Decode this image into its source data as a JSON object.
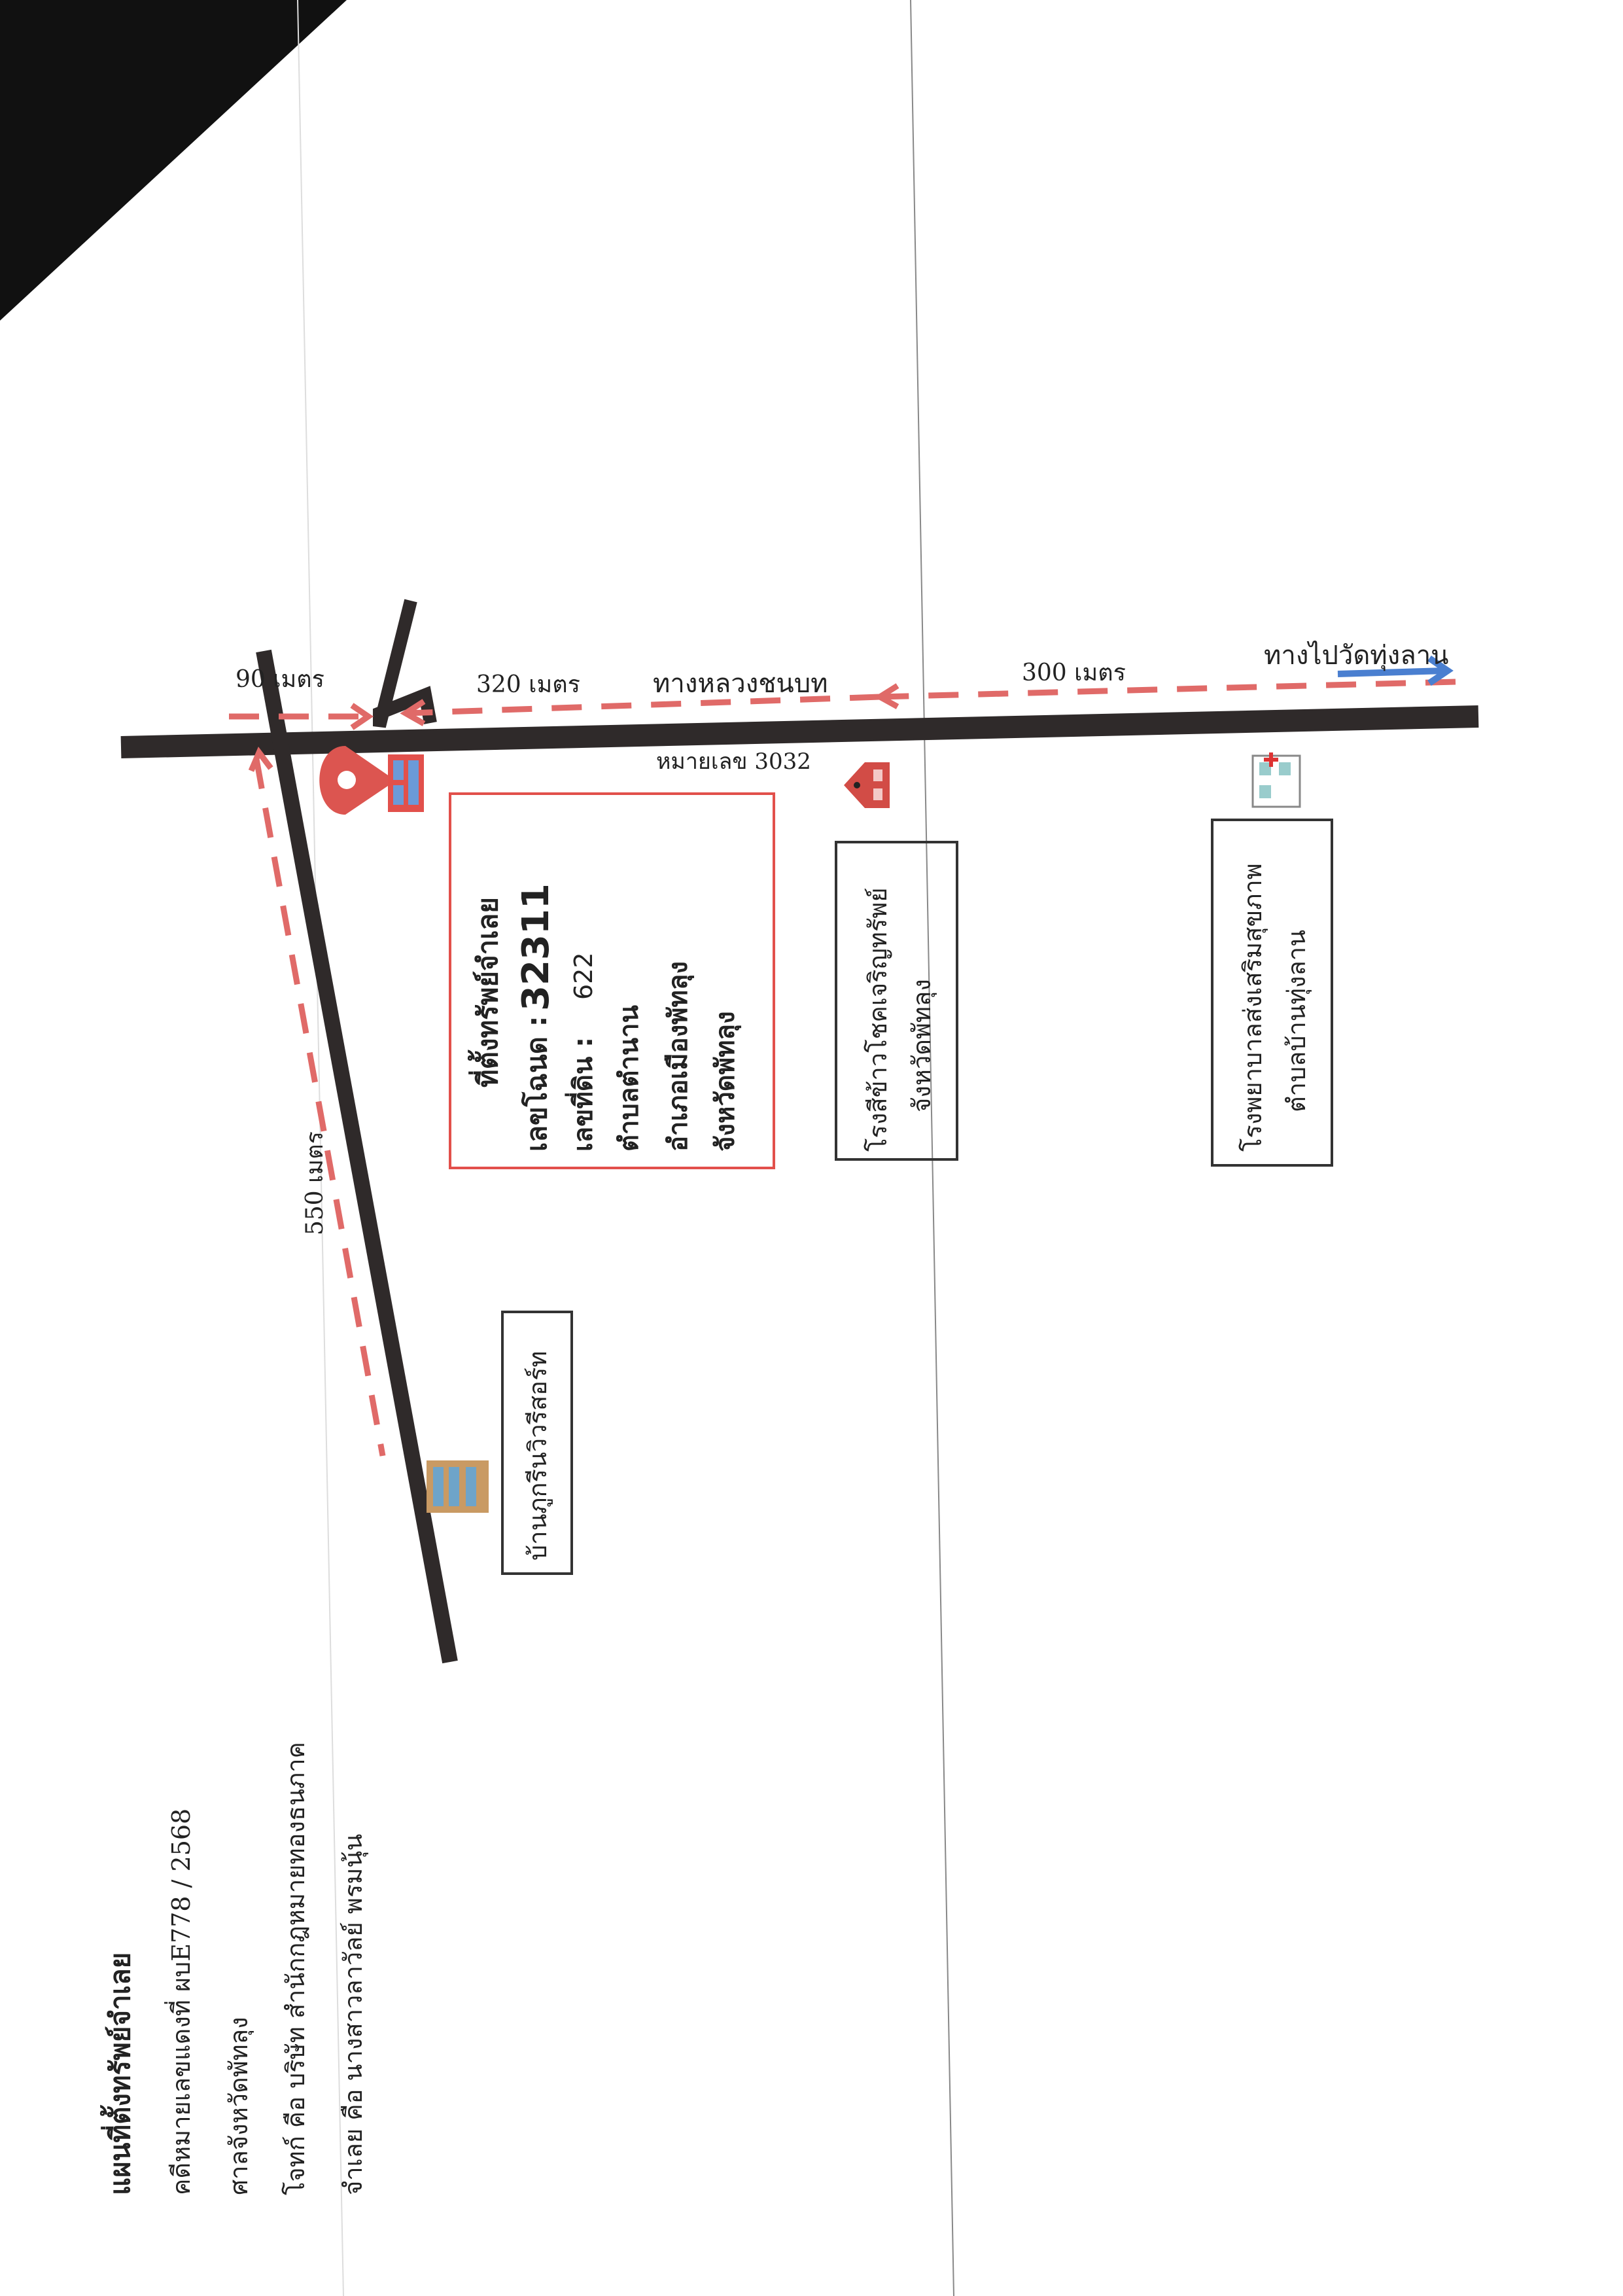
{
  "colors": {
    "road": "#2f2a2a",
    "route": "#e06a68",
    "direction_arrow": "#4a7fd0",
    "pin": "#dc5550",
    "property_box": "#e2504b",
    "scan_corner": "#111111"
  },
  "header": {
    "title": "แผนที่ตั้งทรัพย์จำเลย",
    "case_no": "คดีหมายเลขแดงที่ ผบE778 / 2568",
    "court": "ศาลจังหวัดพัทลุง",
    "plaintiff": "โจทก์ คือ บริษัท สำนักกฎหมายทองธนภาค",
    "defendant": "จำเลย คือ นางสาวลาวัลย์ พรมนุ้น"
  },
  "map": {
    "distance_90": "90 เมตร",
    "distance_320": "320 เมตร",
    "distance_300": "300 เมตร",
    "distance_550": "550 เมตร",
    "road_rural": "ทางหลวงชนบท",
    "road_number": "หมายเลข 3032",
    "direction_label": "ทางไปวัดทุ่งลาน",
    "property": {
      "heading": "ที่ตั้งทรัพย์จำเลย",
      "deed_label": "เลขโฉนด :",
      "deed_no": "32311",
      "land_label": "เลขที่ดิน  :",
      "land_no": "622",
      "subdistrict": "ตำบลตำนาน",
      "district": "อำเภอเมืองพัทลุง",
      "province": "จังหวัดพัทลุง"
    },
    "landmarks": {
      "rice_mill_line1": "โรงสีข้าวโชคเจริญทรัพย์",
      "rice_mill_line2": "จังหวัดพัทลุง",
      "hospital_line1": "โรงพยาบาลส่งเสริมสุขภาพ",
      "hospital_line2": "ตำบลบ้านทุ่งลาน",
      "resort": "บ้านภูกรีนวิวรีสอร์ท"
    },
    "icons": [
      "location-pin-icon",
      "house-icon",
      "barn-icon",
      "hospital-icon",
      "building-icon"
    ]
  }
}
